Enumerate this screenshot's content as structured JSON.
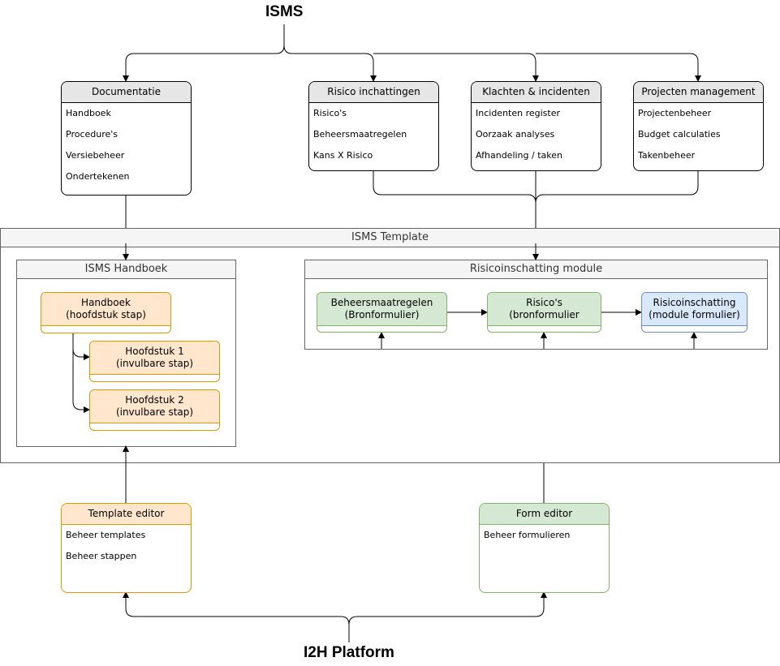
{
  "diagram": {
    "top_title": "ISMS",
    "bottom_title": "I2H Platform",
    "top_cards": [
      {
        "title": "Documentatie",
        "items": [
          "Handboek",
          "Procedure's",
          "Versiebeheer",
          "Ondertekenen"
        ]
      },
      {
        "title": "Risico inchattingen",
        "items": [
          "Risico's",
          "Beheersmaatregelen",
          "Kans X Risico"
        ]
      },
      {
        "title": "Klachten & incidenten",
        "items": [
          "Incidenten register",
          "Oorzaak analyses",
          "Afhandeling / taken"
        ]
      },
      {
        "title": "Projecten management",
        "items": [
          "Projectenbeheer",
          "Budget calculaties",
          "Takenbeheer"
        ]
      }
    ],
    "template": {
      "title": "ISMS Template",
      "handbook": {
        "title": "ISMS Handboek",
        "steps": [
          {
            "line1": "Handboek",
            "line2": "(hoofdstuk stap)"
          },
          {
            "line1": "Hoofdstuk 1",
            "line2": "(invulbare stap)"
          },
          {
            "line1": "Hoofdstuk 2",
            "line2": "(invulbare stap)"
          }
        ]
      },
      "risk_module": {
        "title": "Risicoinschatting module",
        "steps": [
          {
            "line1": "Beheersmaatregelen",
            "line2": "(Bronformulier)"
          },
          {
            "line1": "Risico's",
            "line2": "(bronformulier"
          },
          {
            "line1": "Risicoinschatting",
            "line2": "(module formulier)"
          }
        ]
      }
    },
    "editors": [
      {
        "title": "Template editor",
        "items": [
          "Beheer templates",
          "Beheer stappen"
        ]
      },
      {
        "title": "Form editor",
        "items": [
          "Beheer formulieren"
        ]
      }
    ],
    "colors": {
      "orange_fill": "#ffe6cc",
      "orange_stroke": "#d79b00",
      "green_fill": "#d5e8d4",
      "green_stroke": "#82b366",
      "blue_fill": "#dae8fc",
      "blue_stroke": "#6c8ebf",
      "header_gray": "#e6e6e6"
    }
  }
}
